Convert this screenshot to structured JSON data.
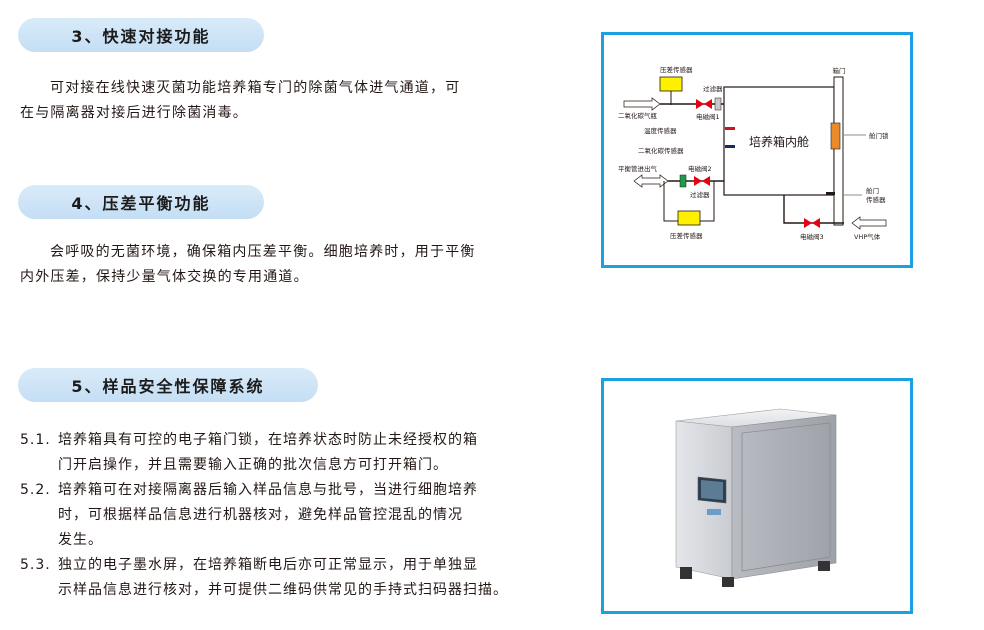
{
  "section3": {
    "title": "3、快速对接功能",
    "lines": [
      "可对接在线快速灭菌功能培养箱专门的除菌气体进气通道，可",
      "在与隔离器对接后进行除菌消毒。"
    ]
  },
  "section4": {
    "title": "4、压差平衡功能",
    "lines": [
      "会呼吸的无菌环境，确保箱内压差平衡。细胞培养时，用于平衡",
      "内外压差，保持少量气体交换的专用通道。"
    ]
  },
  "section5": {
    "title": "5、样品安全性保障系统",
    "items": [
      {
        "num": "5.1.",
        "lines": [
          "培养箱具有可控的电子箱门锁，在培养状态时防止未经授权的箱",
          "门开启操作，并且需要输入正确的批次信息方可打开箱门。"
        ]
      },
      {
        "num": "5.2.",
        "lines": [
          "培养箱可在对接隔离器后输入样品信息与批号，当进行细胞培养",
          "时，可根据样品信息进行机器核对，避免样品管控混乱的情况",
          "发生。"
        ]
      },
      {
        "num": "5.3.",
        "lines": [
          "独立的电子墨水屏，在培养箱断电后亦可正常显示，用于单独显",
          "示样品信息进行核对，并可提供二维码供常见的手持式扫码器扫描。"
        ]
      }
    ]
  },
  "diagram": {
    "chamber": "培养箱内舱",
    "door": "箱门",
    "door_lock": "舱门锁",
    "door_sensor": "舱门\n传感器",
    "pressure_sensor_top": "压差传感器",
    "pressure_sensor_bottom": "压差传感器",
    "filter_top": "过滤器",
    "filter_bottom": "过滤器",
    "co2_bottle": "二氧化碳气瓶",
    "valve1": "电磁阀1",
    "valve2": "电磁阀2",
    "valve3": "电磁阀3",
    "temp_sensor": "温度传感器",
    "co2_sensor": "二氧化碳传感器",
    "balance_pipe": "平衡管进出气",
    "vhp": "VHP气体"
  },
  "colors": {
    "accent_blue": "#1ba1e2",
    "pill_bg": "#cde4f6",
    "sensor_yellow": "#fff000",
    "valve_red": "#e60012",
    "lock_orange": "#e98a2b",
    "filter_green": "#1e9b4a"
  }
}
